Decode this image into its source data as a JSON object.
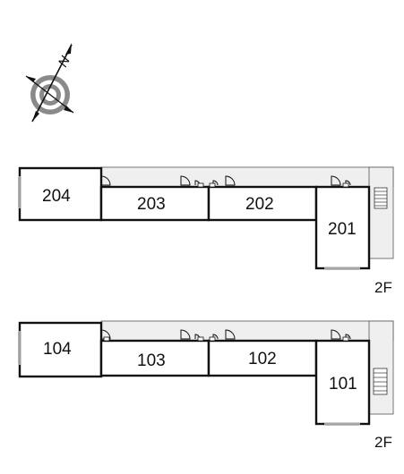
{
  "compass": {
    "north_letter": "N",
    "icon": "compass-rose-icon"
  },
  "floors": [
    {
      "floor_label": "2F",
      "rooms": [
        "204",
        "203",
        "202",
        "201"
      ]
    },
    {
      "floor_label": "2F",
      "rooms": [
        "104",
        "103",
        "102",
        "101"
      ]
    }
  ],
  "colors": {
    "corridor_fill": "#efefef",
    "wall": "#111111",
    "thin_line": "#555555"
  }
}
